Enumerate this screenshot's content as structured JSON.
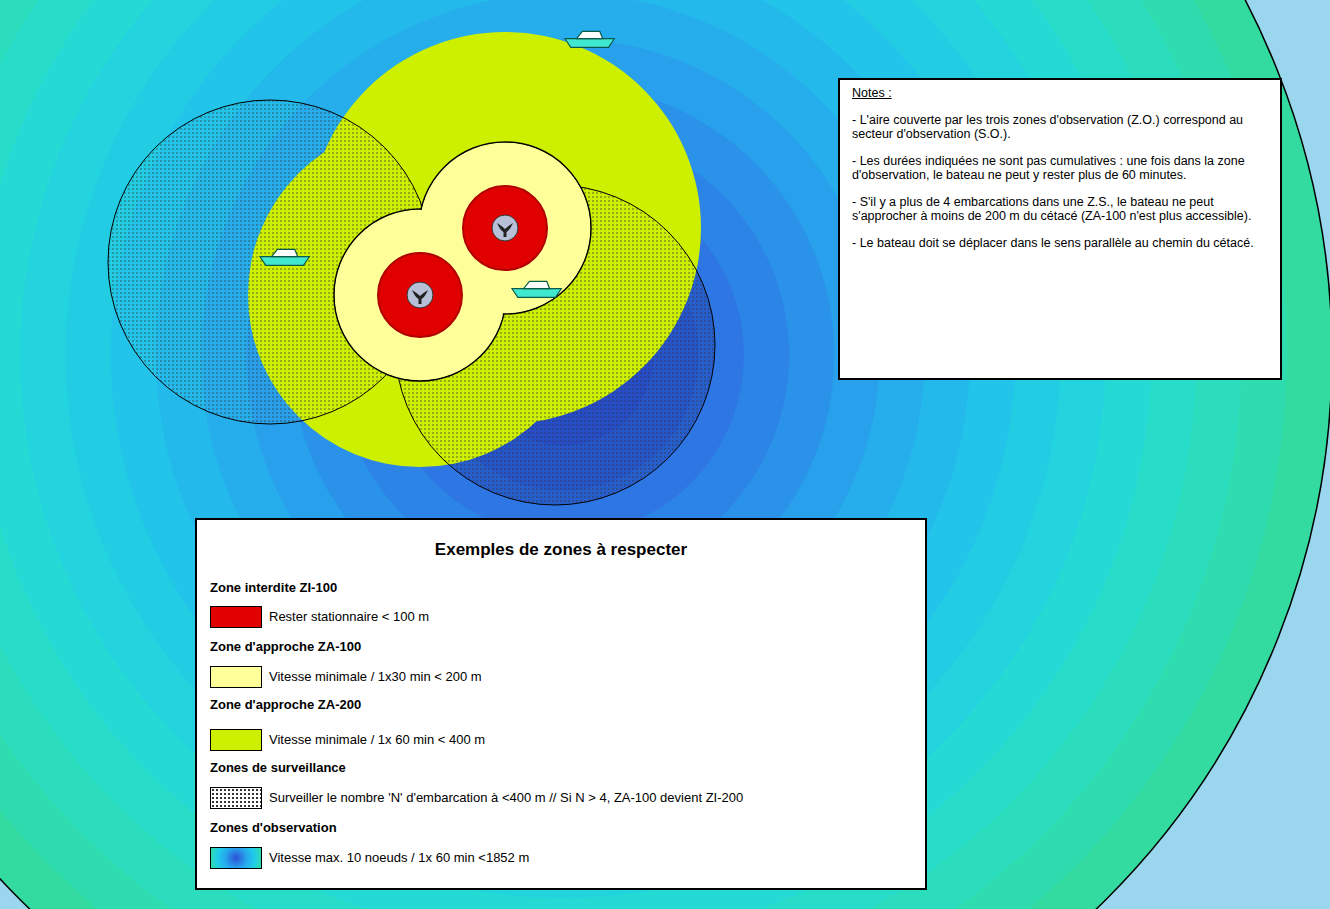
{
  "diagram": {
    "title": "Exemples de zones à respecter",
    "nodes": [
      {
        "text": [
          "Notes :",
          "- L'aire couverte par les trois zones d'observation (Z.O.) correspond au secteur d'observation (S.O.).",
          "- Les durées indiquées ne sont pas cumulatives : une fois dans la zone d'observation, le bateau ne peut y rester plus de 60 minutes.",
          "- S'il y a plus de 4 embarcations dans une Z.S., le bateau ne peut s'approcher à moins de 200 m du cétacé (ZA-100 n'est plus accessible).",
          "- Le bateau doit se déplacer dans le sens parallèle au chemin du cétacé."
        ]
      }
    ],
    "labels": [
      "Zone interdite ZI-100",
      "Zone d'approche ZA-100",
      "Zone d'approche ZA-200",
      "Zones de surveillance",
      "Zones d'observation"
    ],
    "legend": [
      {
        "text": "Rester stationnaire < 100 m",
        "color": "#e00000"
      },
      {
        "text": "Vitesse minimale / 1x30 min < 200 m",
        "color": "#ffff99"
      },
      {
        "text": "Vitesse minimale / 1x 60 min < 400 m",
        "color": "#ccf000"
      },
      {
        "text": "Surveiller le nombre 'N' d'embarcation à <400 m // Si N > 4, ZA-100 devient ZI-200"
      },
      {
        "text": "Vitesse max. 10 noeuds / 1x 60 min <1852 m"
      }
    ]
  }
}
